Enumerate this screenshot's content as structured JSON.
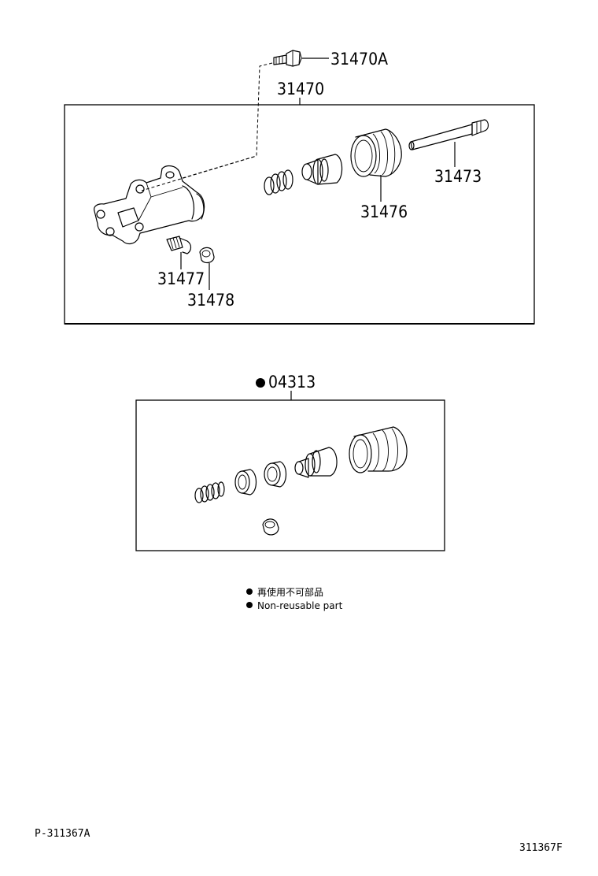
{
  "labels": {
    "bolt": "31470A",
    "assembly": "31470",
    "push_rod": "31473",
    "boot": "31476",
    "bleeder_plug": "31477",
    "bleeder_cap": "31478",
    "kit": "04313"
  },
  "legend": {
    "line_jp": "再使用不可部品",
    "line_en": "Non-reusable part"
  },
  "footer": {
    "left_ref": "P-311367A",
    "right_ref": "311367F"
  }
}
